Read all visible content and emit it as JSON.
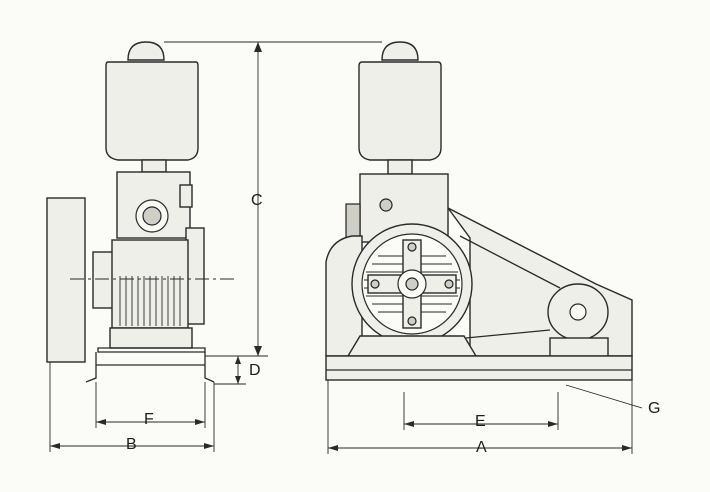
{
  "labels": {
    "a": "A",
    "b": "B",
    "c": "C",
    "d": "D",
    "e": "E",
    "f": "F",
    "g": "G"
  },
  "colors": {
    "line": "#2a2a2a",
    "fill": "#efefea",
    "background": "#fbfbf8"
  }
}
